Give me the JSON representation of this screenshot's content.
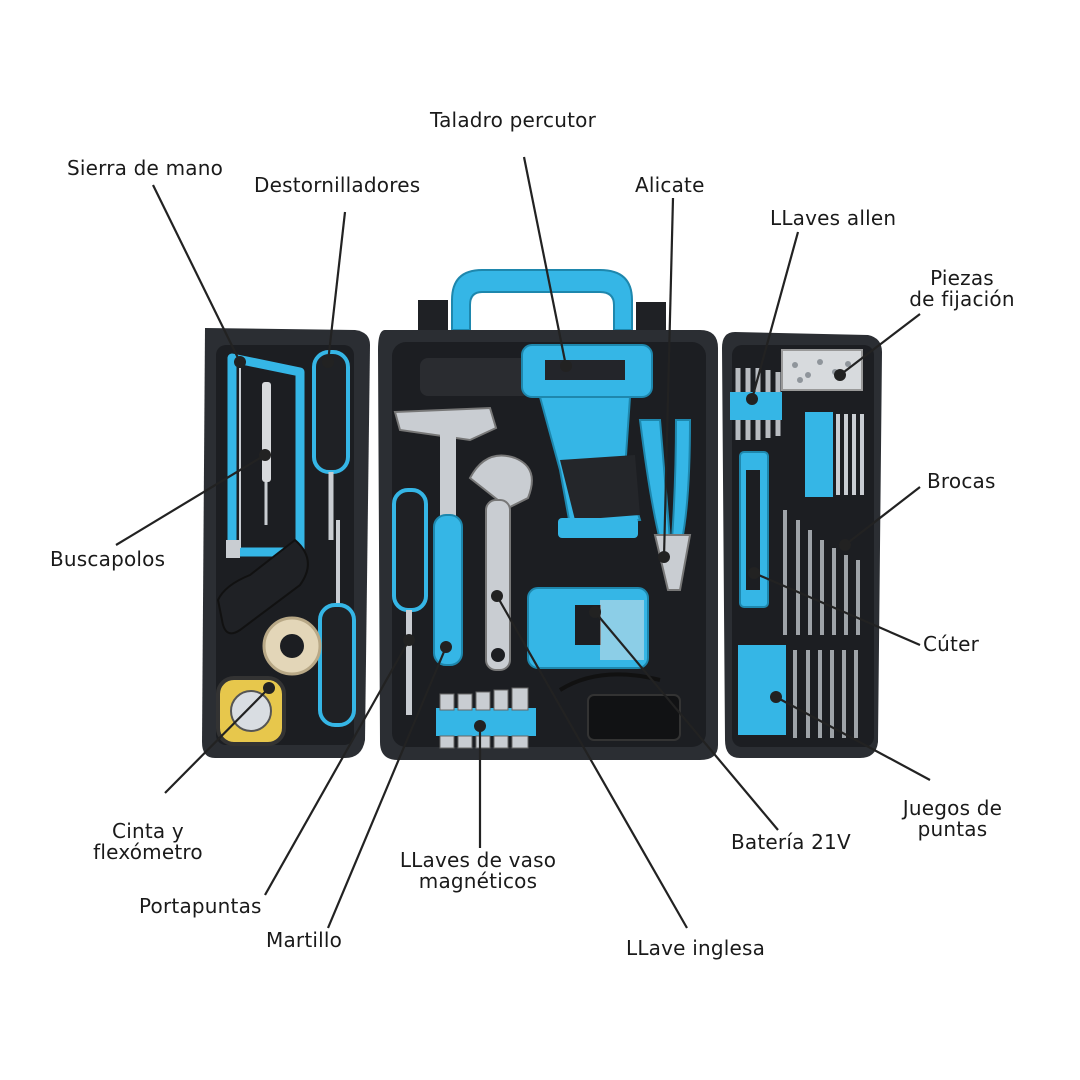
{
  "colors": {
    "case": "#2b2e33",
    "case_dark": "#1c1e22",
    "tray": "#3a3d43",
    "accent": "#35b6e6",
    "metal": "#c9cdd2",
    "leader": "#222222"
  },
  "labels": {
    "taladro": "Taladro percutor",
    "sierra": "Sierra de mano",
    "destornilladores": "Destornilladores",
    "alicate": "Alicate",
    "llaves_allen": "LLaves allen",
    "piezas_1": "Piezas",
    "piezas_2": "de fijación",
    "brocas": "Brocas",
    "buscapolos": "Buscapolos",
    "cuter": "Cúter",
    "cinta_1": "Cinta y",
    "cinta_2": "flexómetro",
    "juegos_1": "Juegos de",
    "juegos_2": "puntas",
    "bateria": "Batería 21V",
    "llaves_vaso_1": "LLaves de vaso",
    "llaves_vaso_2": "magnéticos",
    "portapuntas": "Portapuntas",
    "martillo": "Martillo",
    "llave_inglesa": "LLave inglesa"
  }
}
